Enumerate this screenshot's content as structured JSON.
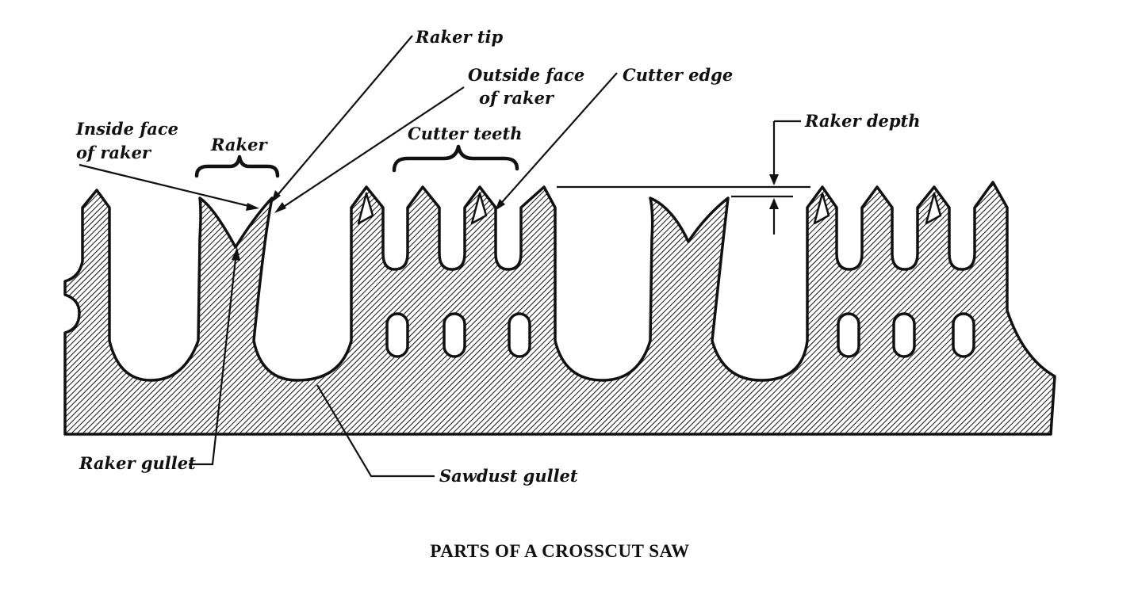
{
  "figure": {
    "title": "PARTS OF A CROSSCUT SAW",
    "labels": {
      "raker_tip": "Raker tip",
      "outside_face_line1": "Outside face",
      "outside_face_line2": "of raker",
      "cutter_edge": "Cutter edge",
      "raker_depth": "Raker depth",
      "inside_face_line1": "Inside face",
      "inside_face_line2": "of raker",
      "raker": "Raker",
      "cutter_teeth": "Cutter teeth",
      "raker_gullet": "Raker gullet",
      "sawdust_gullet": "Sawdust gullet"
    },
    "colors": {
      "ink": "#111111",
      "background": "#ffffff"
    }
  }
}
